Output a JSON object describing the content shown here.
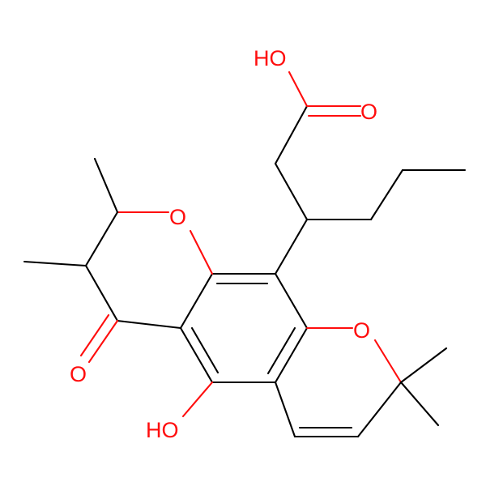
{
  "molecule": {
    "atom_labels": {
      "acid_hydroxyl": "HO",
      "acid_carbonyl_oxygen": "O",
      "pyranone_ring_oxygen": "O",
      "ketone_oxygen": "O",
      "phenol_hydroxyl": "HO",
      "chromene_ring_oxygen": "O"
    },
    "colors": {
      "bond": "#000000",
      "heteroatom_oxygen": "#ff0d0d",
      "background": "#ffffff"
    }
  }
}
